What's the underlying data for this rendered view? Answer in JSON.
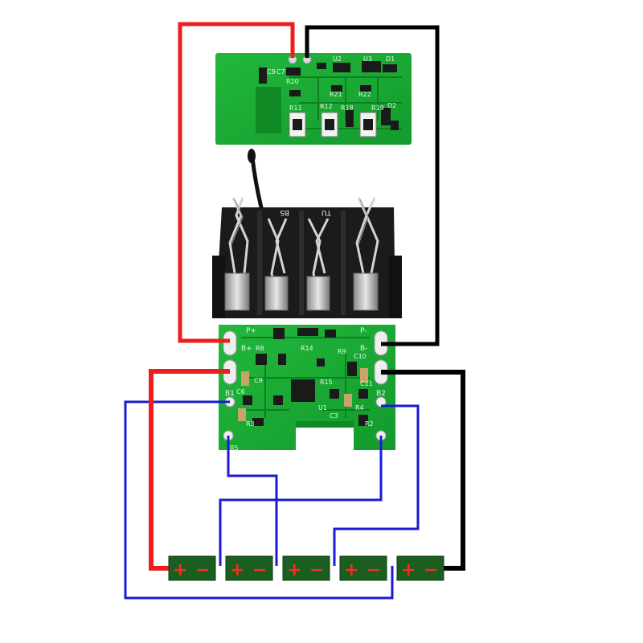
{
  "top_board": {
    "labels": [
      "C8",
      "R20",
      "U2",
      "U3",
      "R21",
      "R22",
      "R11",
      "R12",
      "R18",
      "R19",
      "D2",
      "D1",
      "C7"
    ]
  },
  "connector": {
    "labels": [
      "BS",
      "TU"
    ]
  },
  "main_board": {
    "labels": [
      "P+",
      "P-",
      "B+",
      "B-",
      "R8",
      "R9",
      "R14",
      "R15",
      "C10",
      "C11",
      "B1",
      "B2",
      "C3",
      "C6",
      "C9",
      "U1",
      "R5",
      "R4",
      "R3",
      "R2"
    ]
  },
  "cells": [
    {
      "plus": "+",
      "minus": "−"
    },
    {
      "plus": "+",
      "minus": "−"
    },
    {
      "plus": "+",
      "minus": "−"
    },
    {
      "plus": "+",
      "minus": "−"
    },
    {
      "plus": "+",
      "minus": "−"
    }
  ],
  "colors": {
    "red_wire": "#ee1c1c",
    "black_wire": "#000000",
    "blue_wire": "#1a1ad6",
    "pcb_green": "#19a832",
    "cell_green": "#1b5e20",
    "cell_sign": "#ff2a1a"
  }
}
